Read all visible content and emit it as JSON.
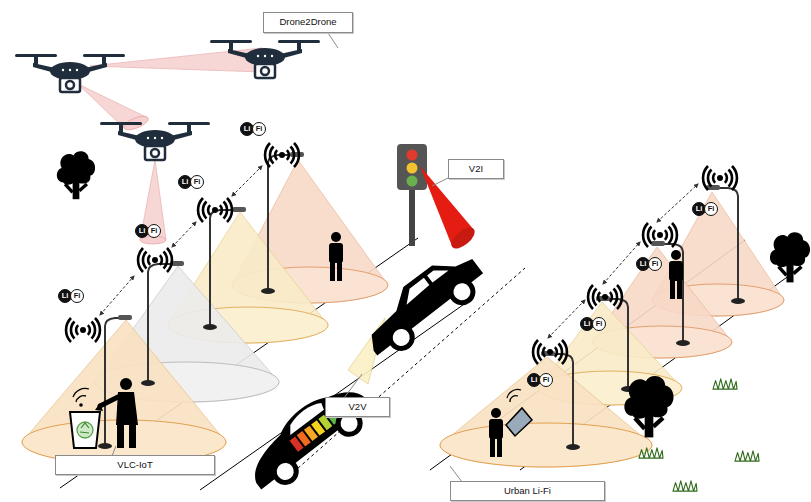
{
  "diagram": {
    "nodes": [
      {
        "text": [
          "Drone2Drone"
        ]
      },
      {
        "text": [
          "V2I"
        ]
      },
      {
        "text": [
          "V2V"
        ]
      },
      {
        "text": [
          "VLC-IoT"
        ]
      },
      {
        "text": [
          "Urban Li-Fi"
        ]
      }
    ],
    "labels": [
      "Li",
      "Fi",
      "Li",
      "Fi",
      "Li",
      "Fi",
      "Li",
      "Fi",
      "Li",
      "Fi",
      "Li",
      "Fi",
      "Li",
      "Fi",
      "Li",
      "Fi"
    ]
  }
}
